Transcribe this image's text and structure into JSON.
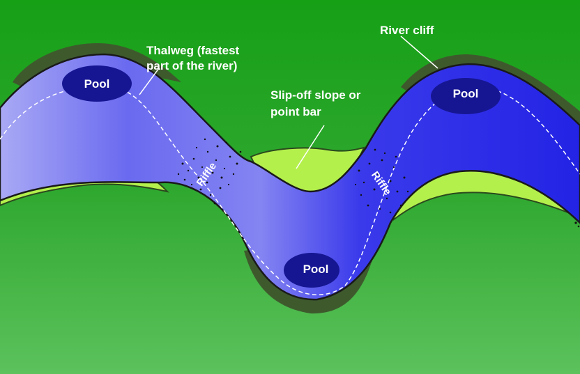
{
  "labels": {
    "thalweg_line1": "Thalweg (fastest",
    "thalweg_line2": "part of the river)",
    "river_cliff": "River cliff",
    "slipoff_line1": "Slip-off slope or",
    "slipoff_line2": "point bar",
    "pool_left": "Pool",
    "pool_right": "Pool",
    "pool_bottom": "Pool",
    "riffle_left": "Riffle",
    "riffle_right": "Riffle"
  },
  "colors": {
    "land_top": "#1fa020",
    "land_bottom": "#55bf55",
    "river_cliff_bank": "#3f5a2e",
    "point_bar": "#b4f04c",
    "river_light": "#a8a8f4",
    "river_dark": "#2a2ae8",
    "pool": "#161693",
    "thalweg_line": "#ffffff"
  }
}
